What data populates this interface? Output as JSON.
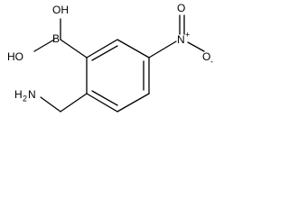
{
  "molecule": {
    "labels": {
      "oh_top": "OH",
      "oh_left": "HO",
      "boron": "B",
      "nitro_n": "N",
      "nitro_n_charge": "+",
      "nitro_o_top": "O",
      "nitro_o_right": "O",
      "nitro_o_right_charge": "-",
      "amine_h": "H",
      "amine_sub": "2",
      "amine_n": "N"
    }
  }
}
